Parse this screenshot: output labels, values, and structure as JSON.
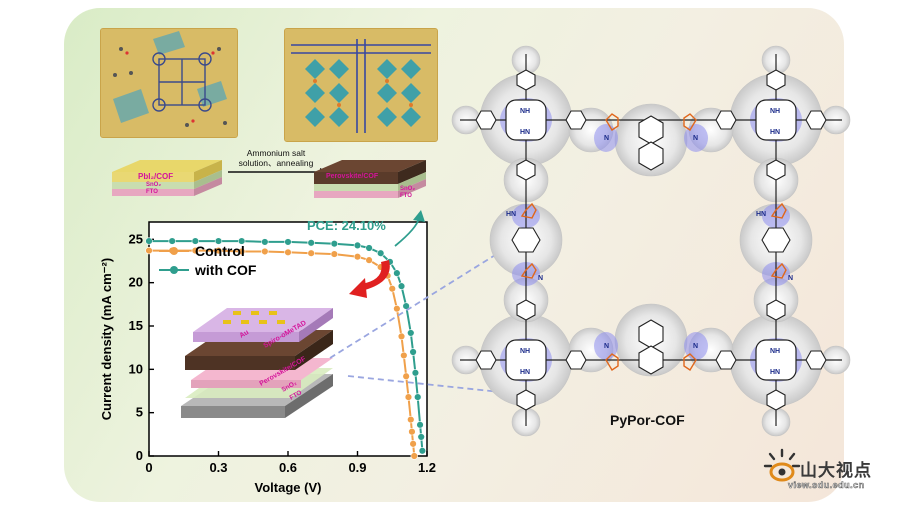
{
  "synthesis": {
    "layer_left_top": "PbI₂/COF",
    "layer_left_mid": "SnO₂",
    "layer_left_bot": "FTO",
    "layer_right_top": "Perovskite/COF",
    "layer_right_mid": "SnO₂",
    "layer_right_bot": "FTO",
    "arrow_line1": "Ammonium salt",
    "arrow_line2": "solution、annealing"
  },
  "device": {
    "au": "Au",
    "spiro": "Spiro-oMeTAD",
    "perovskite": "Perovskite/COF",
    "sno2": "SnO₂",
    "fto": "FTO"
  },
  "cof": {
    "label": "PyPor-COF",
    "atom_nh": "NH",
    "atom_n": "N",
    "atom_hn": "HN"
  },
  "watermark": {
    "cn": "山大视点",
    "url": "view.sdu.edu.cn"
  },
  "colors": {
    "control": "#f0a04a",
    "cof": "#2f9e8e",
    "pce": "#2f9e8e",
    "curve_arrow": "#e02020",
    "layer_text": "#d4149a"
  },
  "chart_data": {
    "type": "line",
    "title": "",
    "annotation": "PCE: 24.10%",
    "xlabel": "Voltage (V)",
    "ylabel": "Current density (mA cm⁻²)",
    "xlim": [
      0,
      1.2
    ],
    "ylim": [
      0,
      27
    ],
    "xticks": [
      "0",
      "0.3",
      "0.6",
      "0.9",
      "1.2"
    ],
    "xtick_values": [
      0,
      0.3,
      0.6,
      0.9,
      1.2
    ],
    "yticks": [
      "0",
      "5",
      "10",
      "15",
      "20",
      "25"
    ],
    "ytick_values": [
      0,
      5,
      10,
      15,
      20,
      25
    ],
    "legend_position": "top-left",
    "series": [
      {
        "name": "Control",
        "x": [
          0,
          0.1,
          0.2,
          0.3,
          0.4,
          0.5,
          0.6,
          0.7,
          0.8,
          0.9,
          0.95,
          1.0,
          1.03,
          1.05,
          1.07,
          1.09,
          1.1,
          1.11,
          1.12,
          1.13,
          1.135,
          1.14,
          1.145
        ],
        "y": [
          23.7,
          23.7,
          23.7,
          23.7,
          23.6,
          23.6,
          23.5,
          23.4,
          23.3,
          23.0,
          22.6,
          21.8,
          20.8,
          19.3,
          17.0,
          13.8,
          11.6,
          9.2,
          6.8,
          4.2,
          2.8,
          1.4,
          0
        ]
      },
      {
        "name": "with COF",
        "x": [
          0,
          0.1,
          0.2,
          0.3,
          0.4,
          0.5,
          0.6,
          0.7,
          0.8,
          0.9,
          0.95,
          1.0,
          1.04,
          1.07,
          1.09,
          1.11,
          1.13,
          1.14,
          1.15,
          1.16,
          1.17,
          1.175,
          1.18
        ],
        "y": [
          24.8,
          24.8,
          24.8,
          24.8,
          24.8,
          24.7,
          24.7,
          24.6,
          24.5,
          24.3,
          24.0,
          23.4,
          22.4,
          21.1,
          19.6,
          17.3,
          14.2,
          12.0,
          9.6,
          6.8,
          3.6,
          2.2,
          0.6
        ]
      }
    ]
  }
}
